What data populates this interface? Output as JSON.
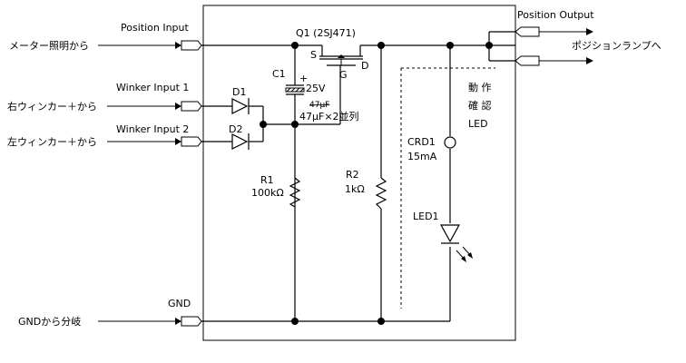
{
  "inputs": {
    "meter_light": "メーター照明から",
    "right_winker": "右ウィンカー＋から",
    "left_winker": "左ウィンカー＋から",
    "gnd_branch": "GNDから分岐"
  },
  "ports": {
    "position_input": "Position Input",
    "winker_input_1": "Winker Input 1",
    "winker_input_2": "Winker Input 2",
    "gnd": "GND",
    "position_output": "Position Output",
    "output_destination": "ポジションランプへ"
  },
  "components": {
    "q1": "Q1 (2SJ471)",
    "q1_s": "S",
    "q1_d": "D",
    "q1_g": "G",
    "c1": "C1",
    "c1_plus": "+",
    "c1_voltage": "25V",
    "c1_value_struck": "47μF",
    "c1_value": "47μF×2並列",
    "d1": "D1",
    "d2": "D2",
    "r1": "R1",
    "r1_value": "100kΩ",
    "r2": "R2",
    "r2_value": "1kΩ",
    "crd1": "CRD1",
    "crd1_value": "15mA",
    "led1": "LED1",
    "indicator_line1": "動 作",
    "indicator_line2": "確 認",
    "indicator_line3": "LED"
  }
}
